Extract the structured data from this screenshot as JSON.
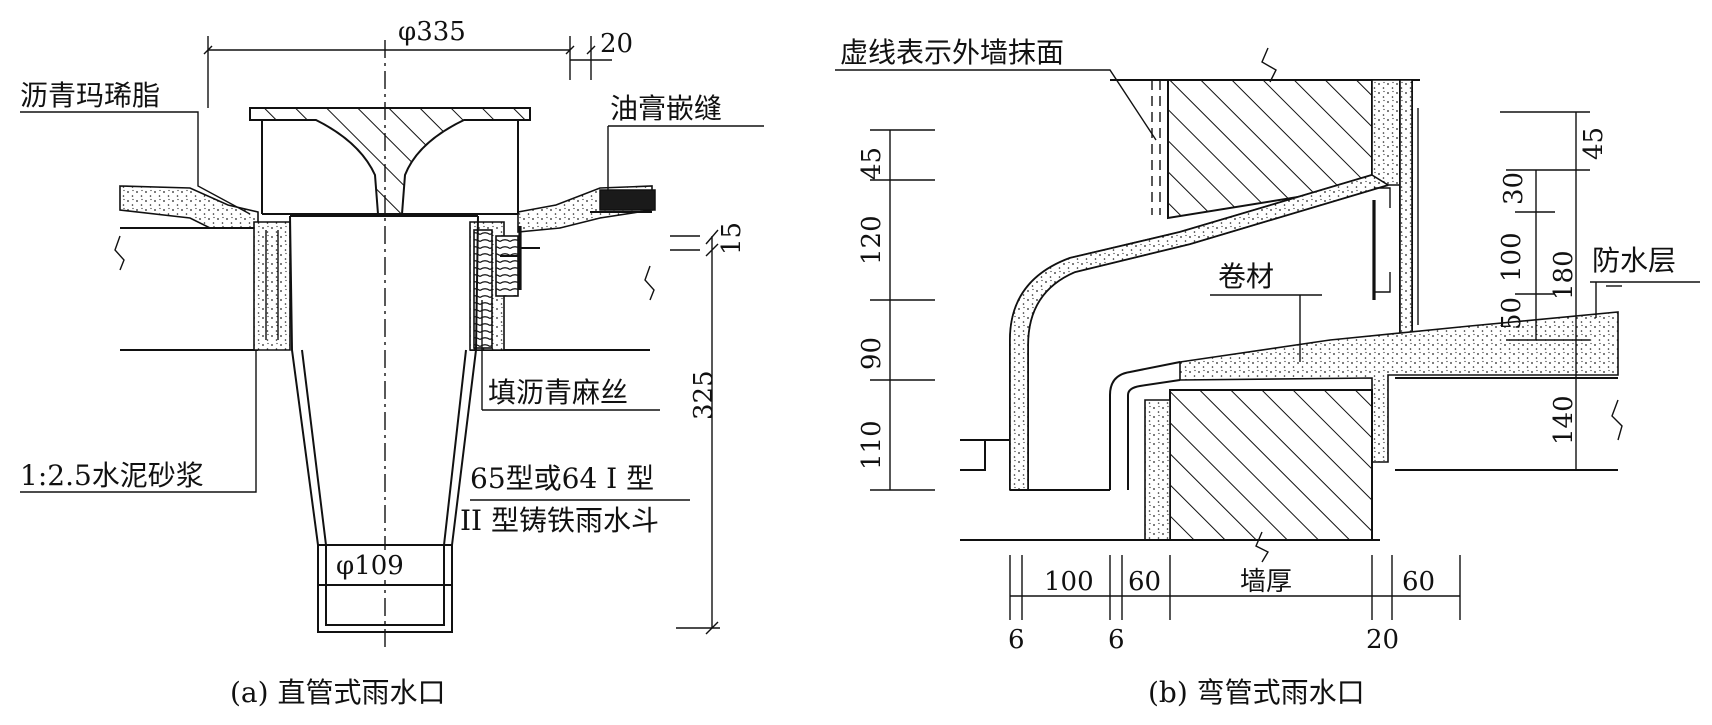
{
  "figure_a": {
    "caption": "(a) 直管式雨水口",
    "labels": {
      "asphalt_mastic": "沥青玛琋脂",
      "paste_caulk": "油膏嵌缝",
      "fill_asphalt_hemp": "填沥青麻丝",
      "cement_mortar": "1:2.5水泥砂浆",
      "type_line1": "65型或64 I 型",
      "type_line2": "II 型铸铁雨水斗"
    },
    "dims": {
      "top_diameter": "φ335",
      "gap": "20",
      "flange": "15",
      "height": "325",
      "bottom_diameter": "φ109"
    }
  },
  "figure_b": {
    "caption": "(b) 弯管式雨水口",
    "labels": {
      "dashed_note": "虚线表示外墙抹面",
      "membrane": "卷材",
      "waterproof_layer": "防水层"
    },
    "dims_left": [
      "45",
      "120",
      "90",
      "110"
    ],
    "dims_right": [
      "45",
      "30",
      "100",
      "180",
      "50",
      "140"
    ],
    "dims_bottom": [
      "100",
      "60",
      "墙厚",
      "60"
    ],
    "dims_bottom_small": [
      "6",
      "6",
      "20"
    ]
  }
}
